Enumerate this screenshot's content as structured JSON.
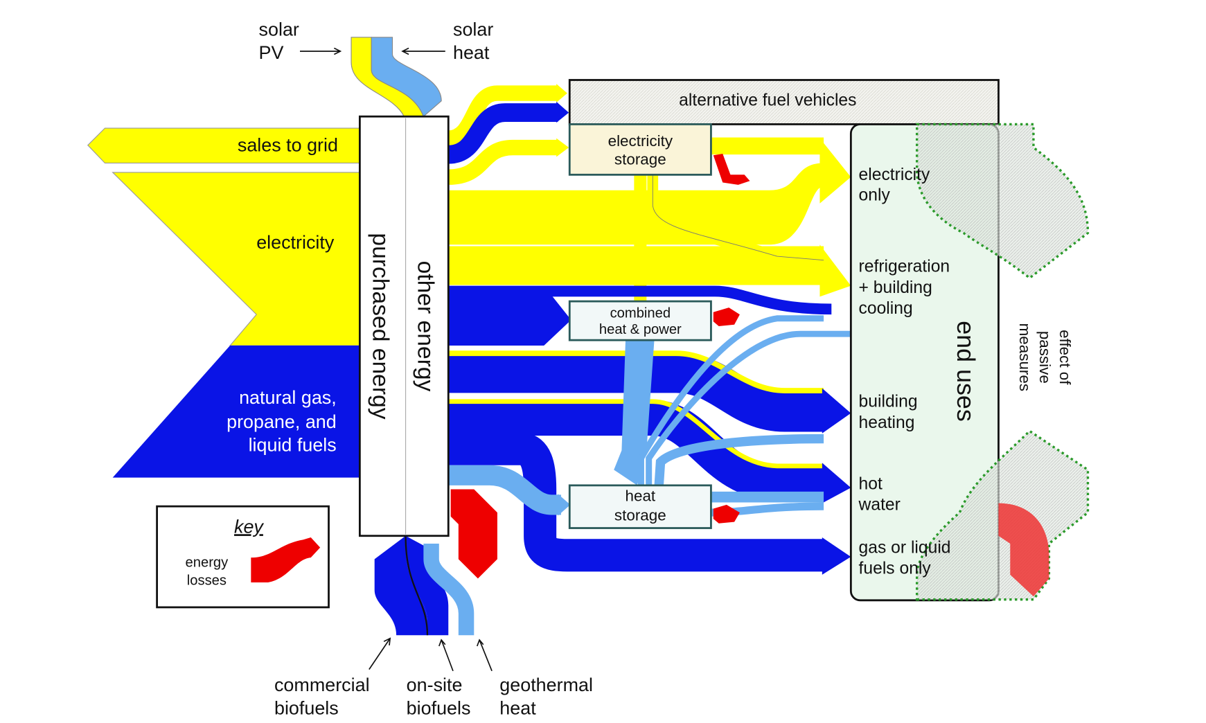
{
  "colors": {
    "electricity": "#ffff00",
    "fuel": "#0a14e6",
    "heat": "#6aaef0",
    "losses": "#ee0000",
    "passive": "#2a9a2a"
  },
  "sources": {
    "solar_pv": [
      "solar",
      "PV"
    ],
    "solar_heat": [
      "solar",
      "heat"
    ],
    "sales_to_grid": "sales to grid",
    "electricity": "electricity",
    "natural_gas": [
      "natural gas,",
      "propane, and",
      "liquid fuels"
    ],
    "commercial_biofuels": [
      "commercial",
      "biofuels"
    ],
    "onsite_biofuels": [
      "on-site",
      "biofuels"
    ],
    "geothermal_heat": [
      "geothermal",
      "heat"
    ]
  },
  "central_box": {
    "purchased": "purchased energy",
    "other": "other energy"
  },
  "nodes": {
    "afv": "alternative fuel vehicles",
    "electricity_storage": [
      "electricity",
      "storage"
    ],
    "chp": [
      "combined",
      "heat & power"
    ],
    "heat_storage": [
      "heat",
      "storage"
    ]
  },
  "end_uses": {
    "title": "end uses",
    "items": [
      [
        "electricity",
        "only"
      ],
      [
        "refrigeration",
        "+ building",
        "cooling"
      ],
      [
        "building",
        "heating"
      ],
      [
        "hot",
        "water"
      ],
      [
        "gas or liquid",
        "fuels only"
      ]
    ]
  },
  "passive": [
    "effect of",
    "passive",
    "measures"
  ],
  "key": {
    "title": "key",
    "losses": [
      "energy",
      "losses"
    ]
  }
}
